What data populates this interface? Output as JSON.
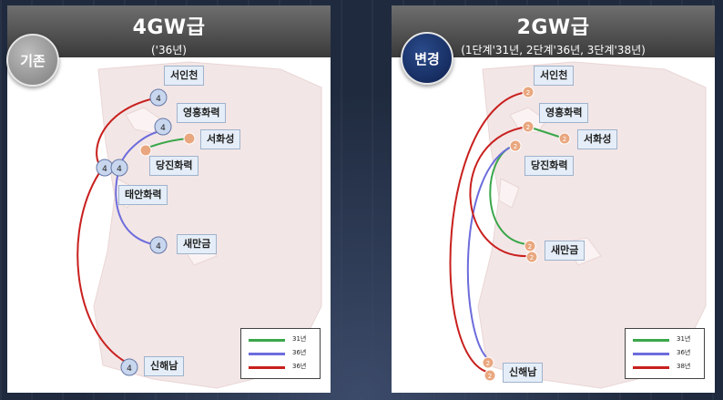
{
  "left_panel": {
    "title": "4GW급",
    "subtitle": "('36년)",
    "badge": "기존",
    "node_value": "4",
    "labels": {
      "seoincheon": "서인천",
      "yeongheung": "영흥화력",
      "seohwaseong": "서화성",
      "dangjin": "당진화력",
      "taean": "태안화력",
      "saemangeum": "새만금",
      "sinhaenam": "신해남"
    },
    "legend": [
      "31년",
      "36년",
      "36년"
    ]
  },
  "right_panel": {
    "title": "2GW급",
    "subtitle": "(1단계'31년, 2단계'36년, 3단계'38년)",
    "badge": "변경",
    "node_value": "2",
    "labels": {
      "seoincheon": "서인천",
      "yeongheung": "영흥화력",
      "seohwaseong": "서화성",
      "dangjin": "당진화력",
      "saemangeum": "새만금",
      "sinhaenam": "신해남"
    },
    "legend": [
      "31년",
      "36년",
      "38년"
    ]
  },
  "colors": {
    "green": "#3aa64a",
    "blue": "#6c6cdc",
    "red": "#c8201e",
    "node_blue_fill": "#c8d6ee",
    "node_orange_fill": "#e9a77f",
    "land": "#f1e4e4"
  }
}
